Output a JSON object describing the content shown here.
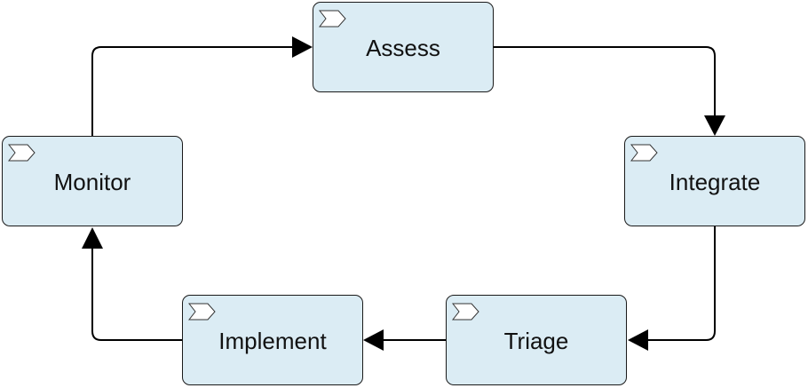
{
  "diagram": {
    "type": "process-cycle",
    "nodes": [
      {
        "id": "assess",
        "label": "Assess",
        "icon": "chevron-icon"
      },
      {
        "id": "integrate",
        "label": "Integrate",
        "icon": "chevron-icon"
      },
      {
        "id": "triage",
        "label": "Triage",
        "icon": "chevron-icon"
      },
      {
        "id": "implement",
        "label": "Implement",
        "icon": "chevron-icon"
      },
      {
        "id": "monitor",
        "label": "Monitor",
        "icon": "chevron-icon"
      }
    ],
    "edges": [
      {
        "from": "assess",
        "to": "integrate"
      },
      {
        "from": "integrate",
        "to": "triage"
      },
      {
        "from": "triage",
        "to": "implement"
      },
      {
        "from": "implement",
        "to": "monitor"
      },
      {
        "from": "monitor",
        "to": "assess"
      }
    ],
    "colors": {
      "node_fill": "#dbecf4",
      "node_border": "#1a1a1a",
      "connector": "#000000",
      "chevron_fill": "#ffffff"
    }
  }
}
